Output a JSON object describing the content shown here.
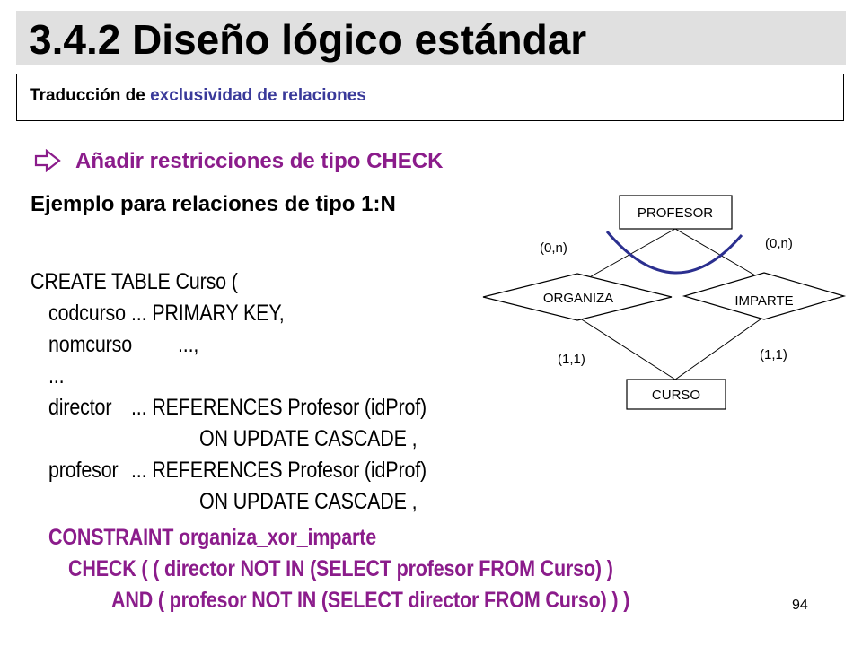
{
  "slide": {
    "title": "3.4.2 Diseño lógico estándar",
    "subtitle_prefix": "Traducción de ",
    "subtitle_highlight": "exclusividad de relaciones",
    "bullet": "Añadir restricciones de tipo CHECK",
    "example": "Ejemplo para relaciones de tipo 1:N",
    "page_number": "94"
  },
  "code": {
    "line1": "CREATE TABLE Curso (",
    "line2a": "codcurso",
    "line2b": "... PRIMARY KEY,",
    "line3a": "nomcurso",
    "line3b": "...,",
    "line4": "...",
    "line5a": "director",
    "line5b": "... REFERENCES Profesor (idProf)",
    "line6": "ON UPDATE CASCADE ,",
    "line7a": "profesor",
    "line7b": "... REFERENCES Profesor (idProf)",
    "line8": "ON UPDATE CASCADE ,",
    "line9": "CONSTRAINT organiza_xor_imparte",
    "line10": "CHECK ( ( director NOT IN (SELECT profesor FROM Curso) )",
    "line11": "AND ( profesor NOT IN (SELECT director FROM Curso) ) )"
  },
  "diagram": {
    "entity_top": "PROFESOR",
    "entity_bottom": "CURSO",
    "rel_left": "ORGANIZA",
    "rel_right": "IMPARTE",
    "card_top_left": "(0,n)",
    "card_top_right": "(0,n)",
    "card_bottom_left": "(1,1)",
    "card_bottom_right": "(1,1)",
    "arc_color": "#2b2f8f"
  },
  "colors": {
    "accent_purple": "#8b1c8b",
    "subtitle_blue": "#3a3a9a",
    "title_band": "#e0e0e0"
  }
}
